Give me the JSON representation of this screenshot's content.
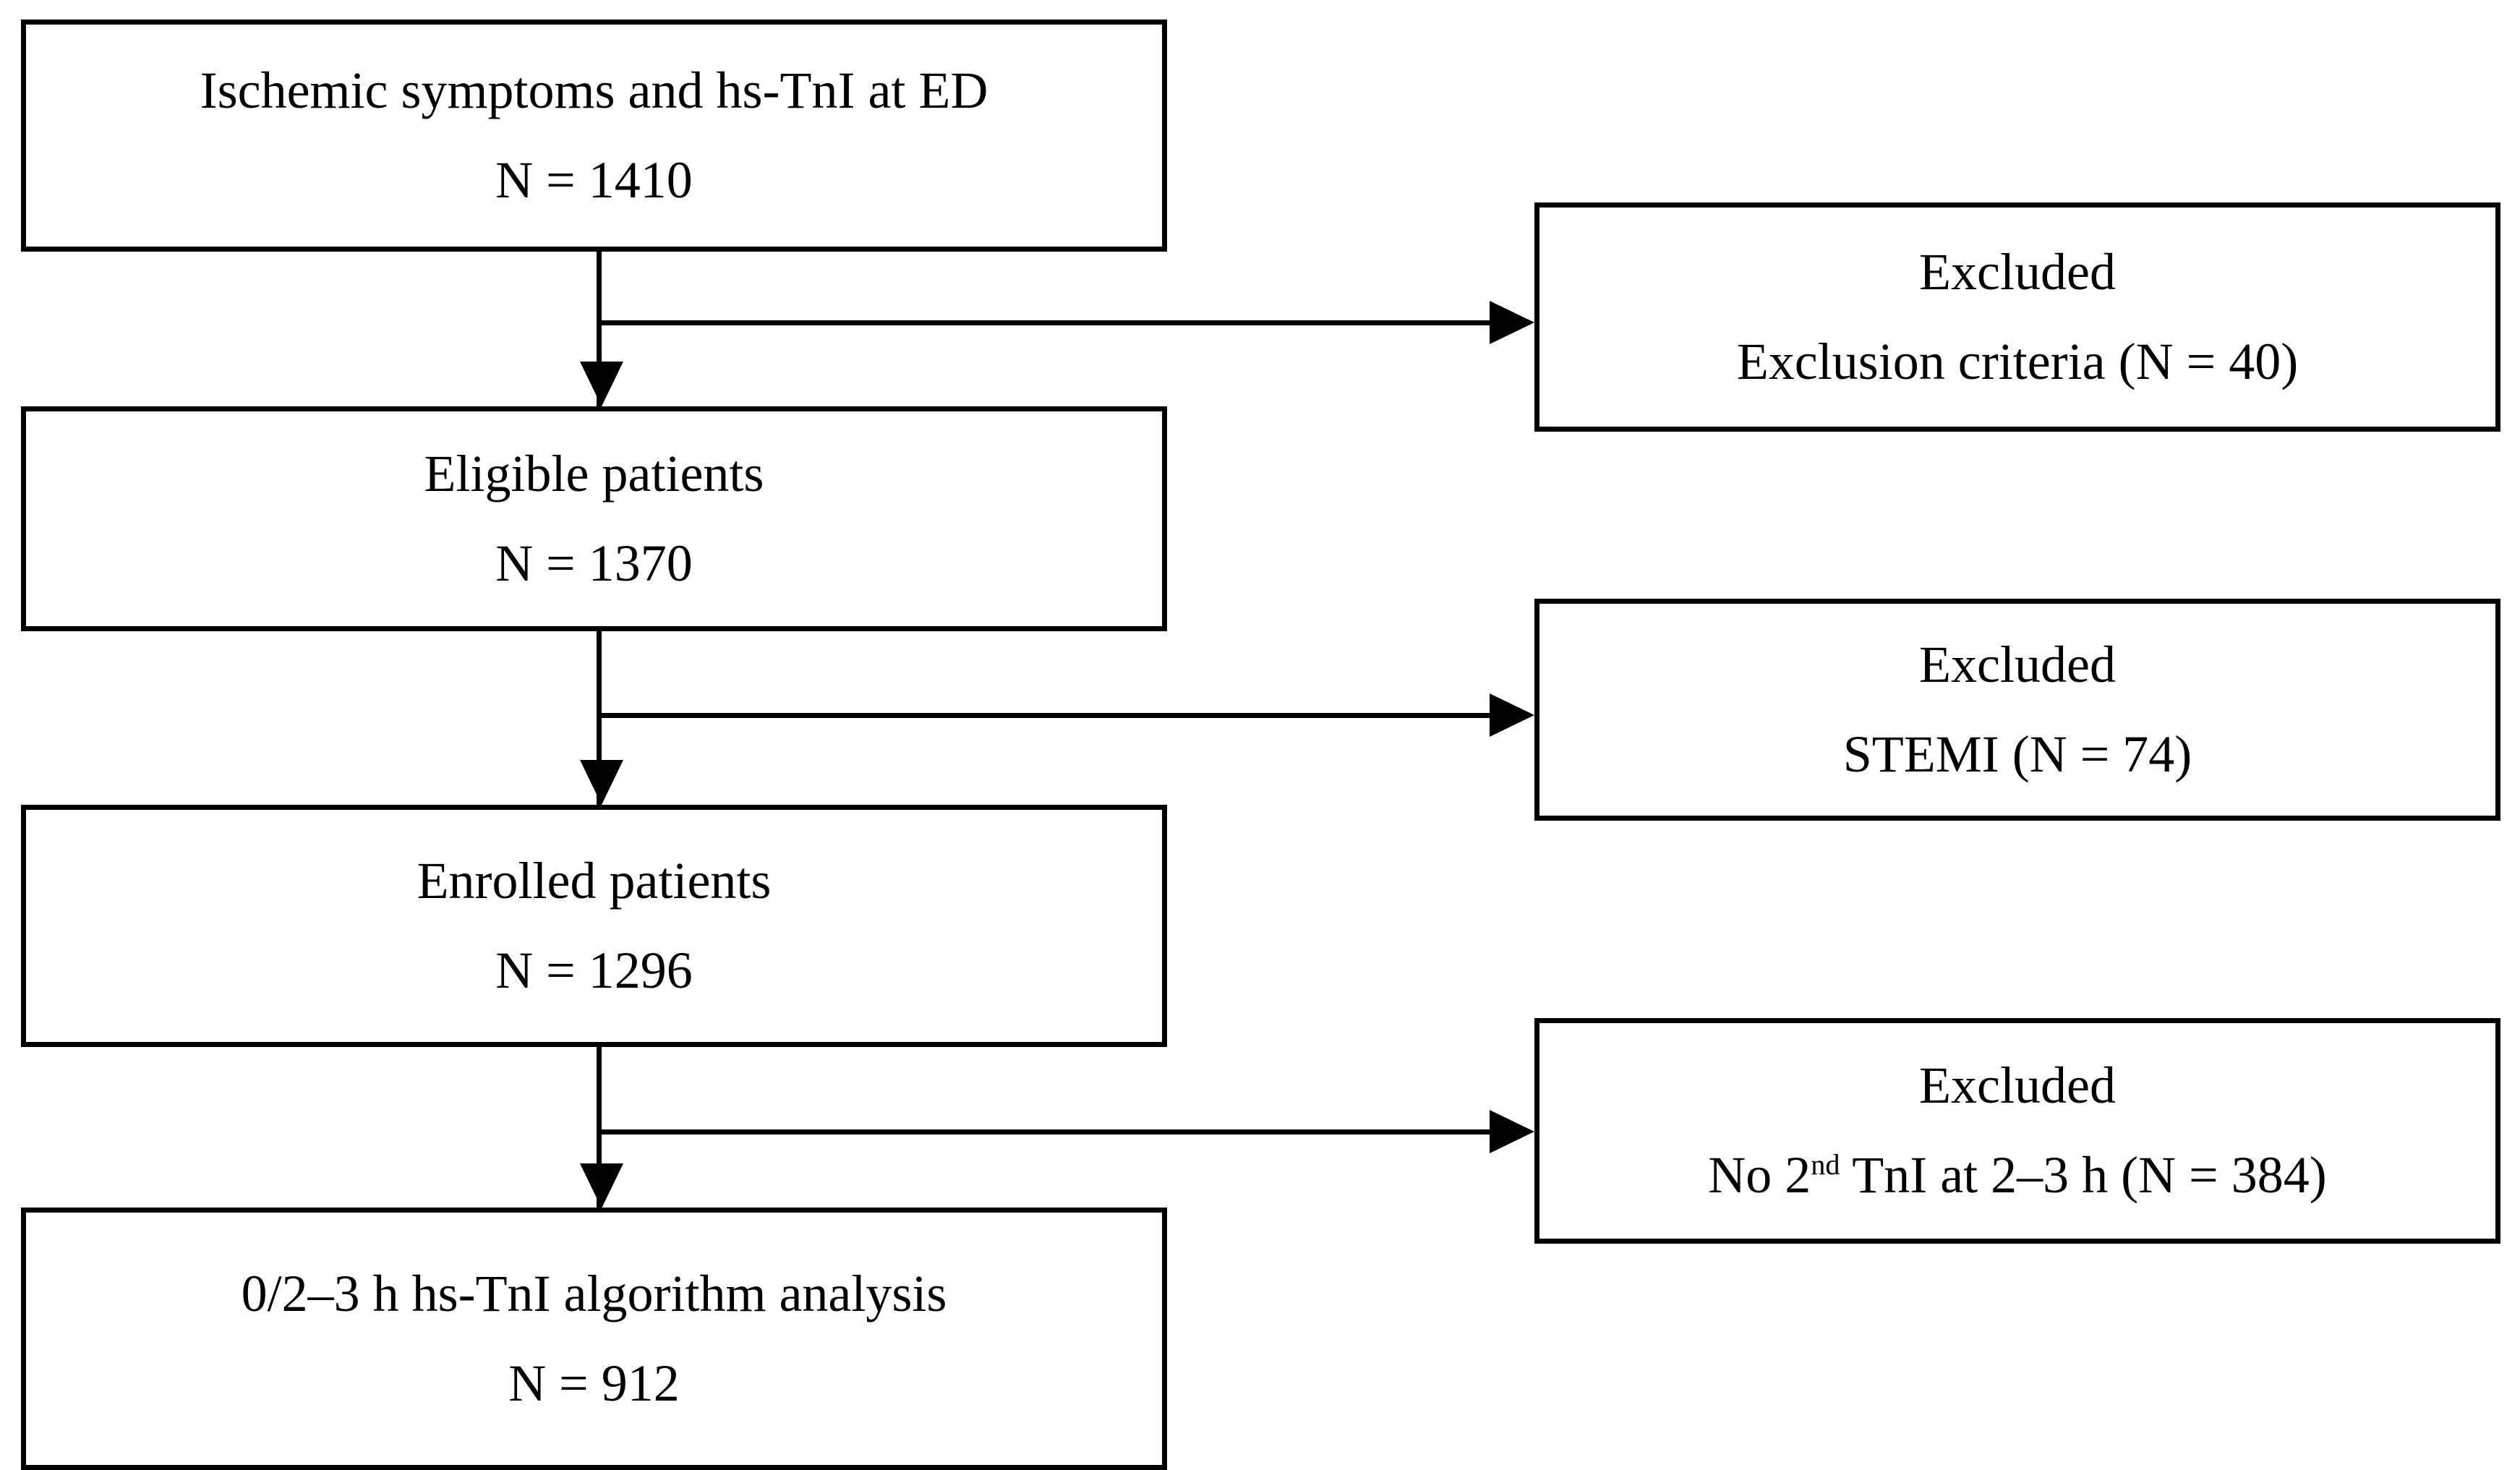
{
  "diagram": {
    "type": "flowchart",
    "title": "Patient enrollment flow diagram",
    "nodes": {
      "screened": {
        "line1": "Ischemic symptoms and hs-TnI at ED",
        "line2": "N = 1410",
        "count": 1410
      },
      "eligible": {
        "line1": "Eligible patients",
        "line2": "N = 1370",
        "count": 1370
      },
      "enrolled": {
        "line1": "Enrolled patients",
        "line2": "N = 1296",
        "count": 1296
      },
      "analysis": {
        "line1": "0/2–3 h hs-TnI algorithm analysis",
        "line2": "N = 912",
        "count": 912
      },
      "excluded_1": {
        "line1": "Excluded",
        "line2": "Exclusion criteria (N = 40)",
        "count": 40
      },
      "excluded_2": {
        "line1": "Excluded",
        "line2": "STEMI (N = 74)",
        "count": 74
      },
      "excluded_3": {
        "line1": "Excluded",
        "line2_prefix": "No 2",
        "line2_sup": "nd",
        "line2_suffix": " TnI at 2–3 h (N = 384)",
        "count": 384
      }
    },
    "connectors": [
      {
        "from": "screened",
        "to": "eligible",
        "kind": "down-arrow"
      },
      {
        "from": "screened",
        "to": "excluded_1",
        "kind": "right-arrow"
      },
      {
        "from": "eligible",
        "to": "enrolled",
        "kind": "down-arrow"
      },
      {
        "from": "eligible",
        "to": "excluded_2",
        "kind": "right-arrow"
      },
      {
        "from": "enrolled",
        "to": "analysis",
        "kind": "down-arrow"
      },
      {
        "from": "enrolled",
        "to": "excluded_3",
        "kind": "right-arrow"
      }
    ],
    "colors": {
      "stroke": "#000000",
      "fill": "#ffffff",
      "text": "#000000"
    }
  }
}
